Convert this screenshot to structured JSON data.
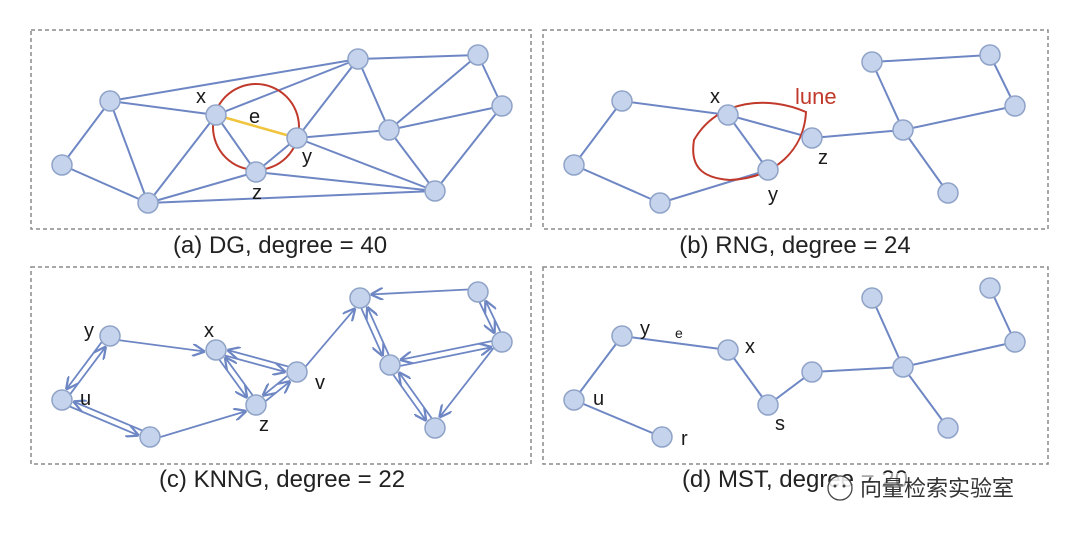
{
  "panels": [
    {
      "id": "dg",
      "caption": "(a) DG, degree = 40",
      "labels": [
        {
          "node": "x",
          "text": "x"
        },
        {
          "node": "y",
          "text": "y"
        },
        {
          "node": "z",
          "text": "z"
        },
        {
          "edge": "e",
          "text": "e"
        }
      ]
    },
    {
      "id": "rng",
      "caption": "(b) RNG, degree = 24",
      "labels": [
        {
          "node": "x",
          "text": "x"
        },
        {
          "node": "y",
          "text": "y"
        },
        {
          "node": "z",
          "text": "z"
        },
        {
          "lune": true,
          "text": "lune"
        }
      ]
    },
    {
      "id": "knng",
      "caption": "(c) KNNG, degree = 22",
      "labels": [
        {
          "node": "y",
          "text": "y"
        },
        {
          "node": "x",
          "text": "x"
        },
        {
          "node": "u",
          "text": "u"
        },
        {
          "node": "v",
          "text": "v"
        },
        {
          "node": "z",
          "text": "z"
        }
      ]
    },
    {
      "id": "mst",
      "caption": "(d) MST, degree = 20",
      "labels": [
        {
          "node": "y",
          "text": "y"
        },
        {
          "node": "e",
          "text": "e"
        },
        {
          "node": "x",
          "text": "x"
        },
        {
          "node": "u",
          "text": "u"
        },
        {
          "node": "s",
          "text": "s"
        },
        {
          "node": "r",
          "text": "r"
        }
      ]
    }
  ],
  "watermark": "向量检索实验室",
  "colors": {
    "node_fill": "#c5d4ec",
    "node_stroke": "#8fa3c8",
    "edge": "#6e87c4",
    "highlight_edge": "#f0c43c",
    "circle": "#c0392b",
    "border": "#8a8a8a"
  }
}
